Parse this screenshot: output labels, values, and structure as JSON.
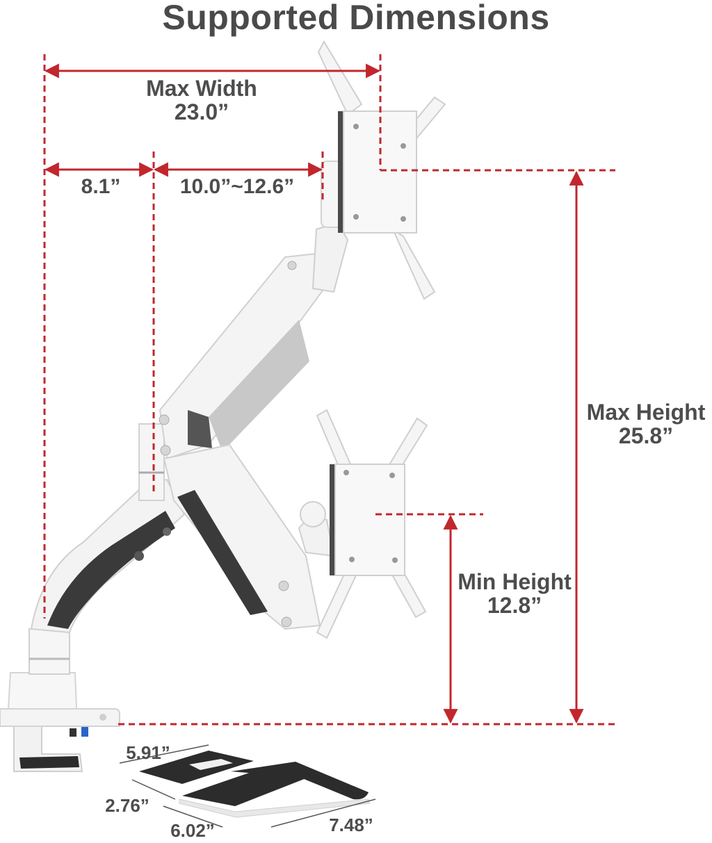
{
  "title": "Supported Dimensions",
  "colors": {
    "dimension_line": "#c1272d",
    "label_text": "#4d4d4d",
    "arm_white": "#f4f4f4",
    "arm_shadow": "#c9c9c9",
    "gas_spring_dark": "#3a3a3a",
    "pad_black": "#2c2c2c"
  },
  "dimensions": {
    "max_width": {
      "label": "Max Width",
      "value": "23.0”"
    },
    "arm_offset": {
      "value": "8.1”"
    },
    "extension": {
      "value": "10.0”~12.6”"
    },
    "max_height": {
      "label": "Max Height",
      "value": "25.8”"
    },
    "min_height": {
      "label": "Min Height",
      "value": "12.8”"
    },
    "base_top": {
      "value": "5.91”"
    },
    "base_side": {
      "value": "2.76”"
    },
    "base_front": {
      "value": "6.02”"
    },
    "base_depth": {
      "value": "7.48”"
    }
  },
  "icons": [
    "monitor-arm-illustration",
    "vesa-plate-upper",
    "vesa-plate-lower",
    "clamp-base",
    "usb-port-icon"
  ]
}
